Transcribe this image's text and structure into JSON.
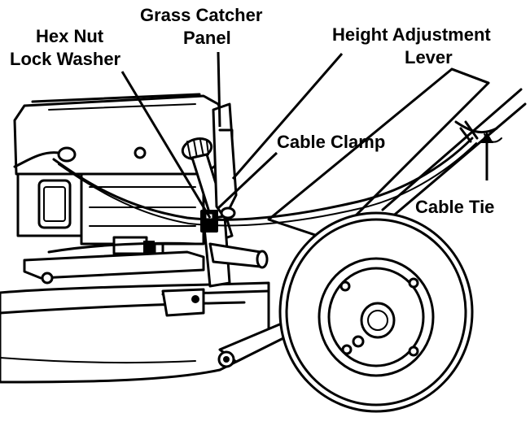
{
  "diagram": {
    "labels": {
      "grass_catcher_line1": "Grass Catcher",
      "grass_catcher_line2": "Panel",
      "hex_nut_line1": "Hex Nut",
      "hex_nut_line2": "Lock Washer",
      "height_adjust_line1": "Height Adjustment",
      "height_adjust_line2": "Lever",
      "cable_clamp": "Cable Clamp",
      "cable_tie": "Cable Tie"
    }
  }
}
